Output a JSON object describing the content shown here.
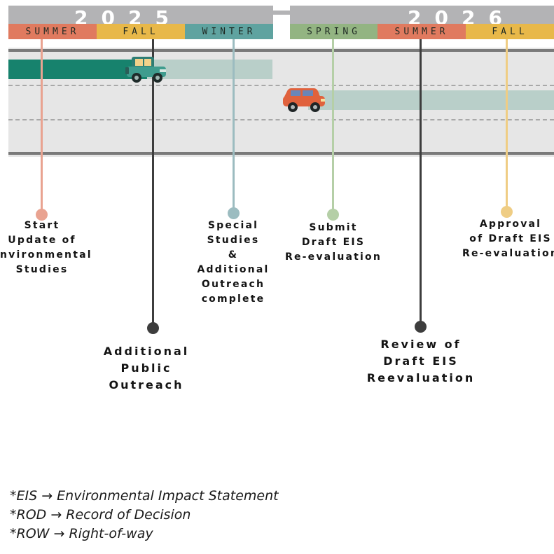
{
  "years": [
    {
      "label": "2025",
      "color": "#b3b3b5"
    },
    {
      "label": "2026",
      "color": "#b3b3b5"
    }
  ],
  "seasons": [
    {
      "label": "SUMMER",
      "color": "#e07a5f"
    },
    {
      "label": "FALL",
      "color": "#e8b849"
    },
    {
      "label": "WINTER",
      "color": "#5fa3a0"
    },
    {
      "label": "SPRING",
      "color": "#93b482"
    },
    {
      "label": "SUMMER",
      "color": "#e07a5f"
    },
    {
      "label": "FALL",
      "color": "#e8b849"
    }
  ],
  "colors": {
    "road": "#e6e6e6",
    "road_edge": "#7a7a7a",
    "progress_done": "#17826d",
    "progress_planned": "#b9cfc9",
    "jeep": "#3f9c8e",
    "car": "#e0623d"
  },
  "vehicles": [
    {
      "icon": "jeep-icon",
      "lane": 1
    },
    {
      "icon": "car-icon",
      "lane": 2
    }
  ],
  "milestones": [
    {
      "id": "start-update",
      "lines": [
        "Start",
        "Update of",
        "Environmental",
        "Studies"
      ],
      "color": "#e9a391",
      "season": "SUMMER 2025"
    },
    {
      "id": "additional-public-outreach",
      "lines": [
        "Additional",
        "Public",
        "Outreach"
      ],
      "color": "#3d3d3d",
      "season": "FALL 2025"
    },
    {
      "id": "special-studies",
      "lines": [
        "Special",
        "Studies",
        "&",
        "Additional",
        "Outreach",
        "complete"
      ],
      "color": "#9cbcc0",
      "season": "WINTER 2025"
    },
    {
      "id": "submit-draft-eis",
      "lines": [
        "Submit",
        "Draft EIS",
        "Re-evaluation"
      ],
      "color": "#b5cfa7",
      "season": "SPRING 2026"
    },
    {
      "id": "review-draft-eis",
      "lines": [
        "Review of",
        "Draft EIS",
        "Reevaluation"
      ],
      "color": "#3d3d3d",
      "season": "SUMMER 2026"
    },
    {
      "id": "approval-draft-eis",
      "lines": [
        "Approval",
        "of Draft EIS",
        "Re-evaluation"
      ],
      "color": "#efcd84",
      "season": "FALL 2026"
    }
  ],
  "footnotes": [
    "*EIS → Environmental Impact Statement",
    "*ROD → Record of Decision",
    "*ROW → Right-of-way"
  ]
}
